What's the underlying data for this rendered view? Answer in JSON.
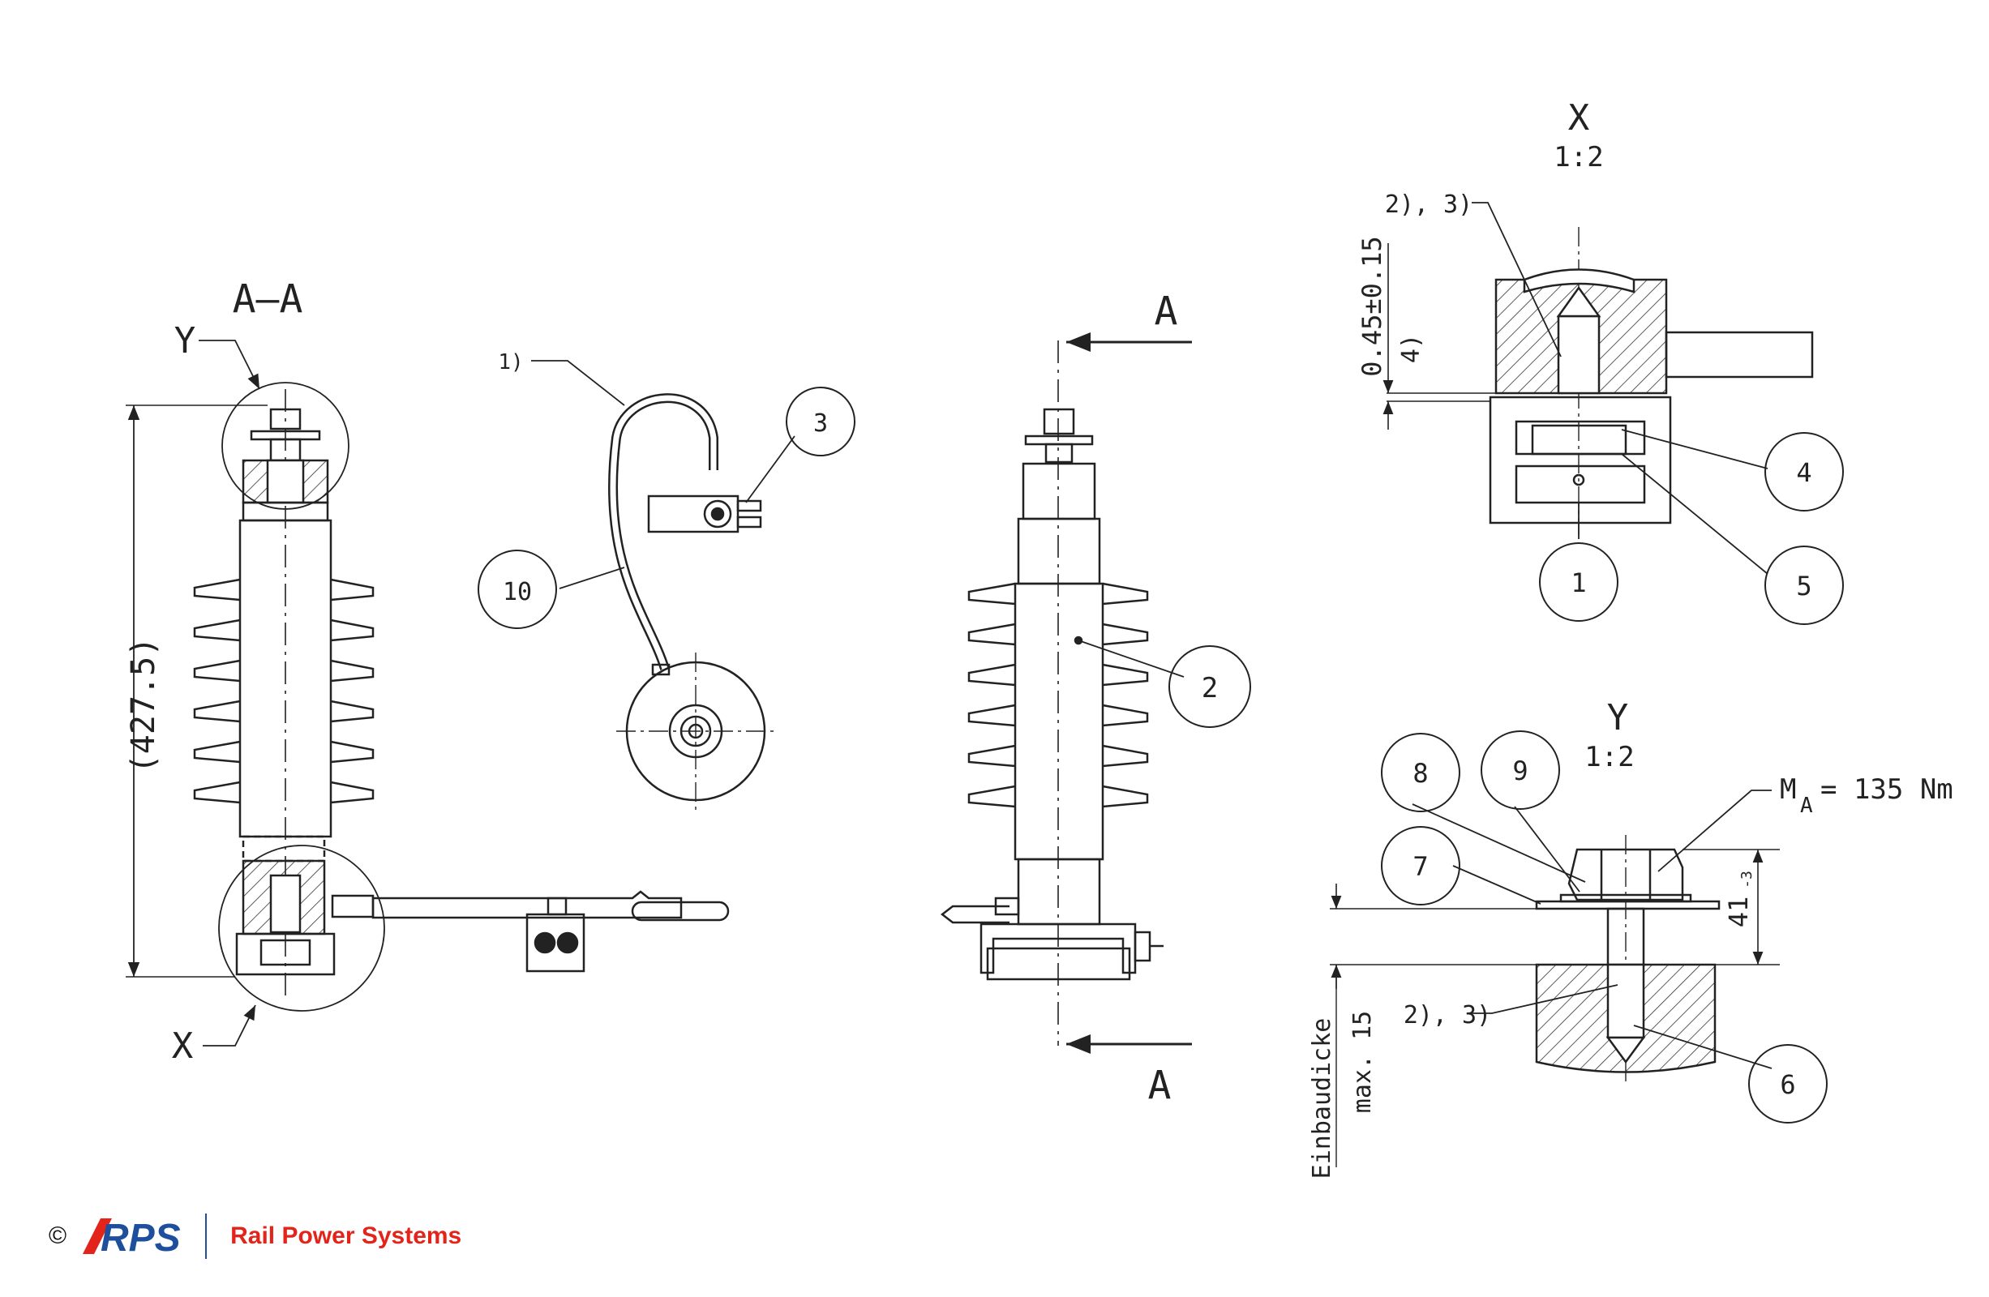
{
  "views": {
    "section_aa": {
      "title": "A–A",
      "dimension": "(427.5)",
      "detail_top": "Y",
      "detail_bottom": "X"
    },
    "cable_view": {
      "callout_cable": "1)",
      "item_10": "10",
      "item_3": "3"
    },
    "side_view": {
      "arrow_top": "A",
      "arrow_bottom": "A",
      "item_2": "2"
    },
    "detail_x": {
      "title": "X",
      "scale": "1:2",
      "note": "2), 3)",
      "dim_gap": "0.45±0.15",
      "dim_note": "4)",
      "items": [
        "4",
        "5",
        "1"
      ]
    },
    "detail_y": {
      "title": "Y",
      "scale": "1:2",
      "torque_symbol": "M",
      "torque_sub": "A",
      "torque_value": "= 135 Nm",
      "dim_height": "41",
      "dim_tol": "-3",
      "note": "2), 3)",
      "thickness_label": "Einbaudicke",
      "thickness_value": "max. 15",
      "items": [
        "8",
        "9",
        "7",
        "6"
      ]
    }
  },
  "footer": {
    "copyright": "©",
    "logo_text": "RPS",
    "company": "Rail Power Systems"
  },
  "colors": {
    "line": "#222222",
    "brand_red": "#e3241b",
    "brand_blue": "#1e4f9c"
  }
}
